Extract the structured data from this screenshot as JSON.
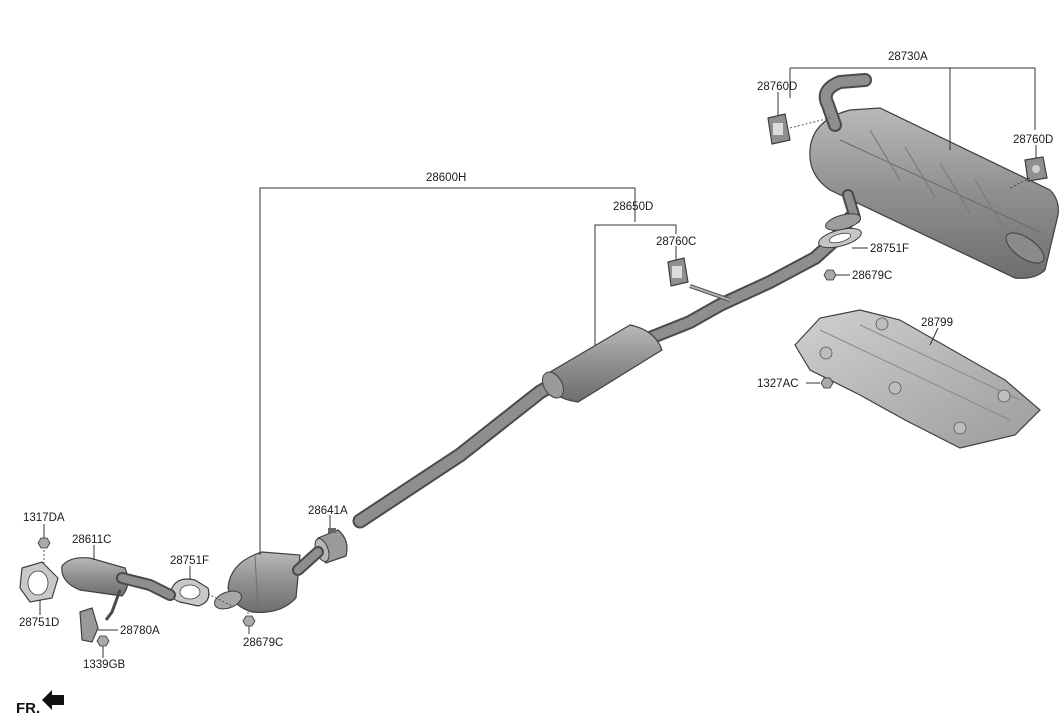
{
  "diagram": {
    "direction_label": "FR.",
    "parts": {
      "tail_muffler": "28730A",
      "hanger_rubber_left": "28760D",
      "hanger_rubber_right": "28760D",
      "center_assy": "28600H",
      "center_muffler": "28650D",
      "hanger_rubber_center": "28760C",
      "gasket_rear": "28751F",
      "nut_rear": "28679C",
      "heat_protector": "28799",
      "nut_protector": "1327AC",
      "clamp": "28641A",
      "bolt_front": "1317DA",
      "front_pipe": "28611C",
      "gasket_mid": "28751F",
      "gasket_front": "28751D",
      "bracket": "28780A",
      "nut_front": "28679C",
      "bolt_bracket": "1339GB"
    }
  }
}
